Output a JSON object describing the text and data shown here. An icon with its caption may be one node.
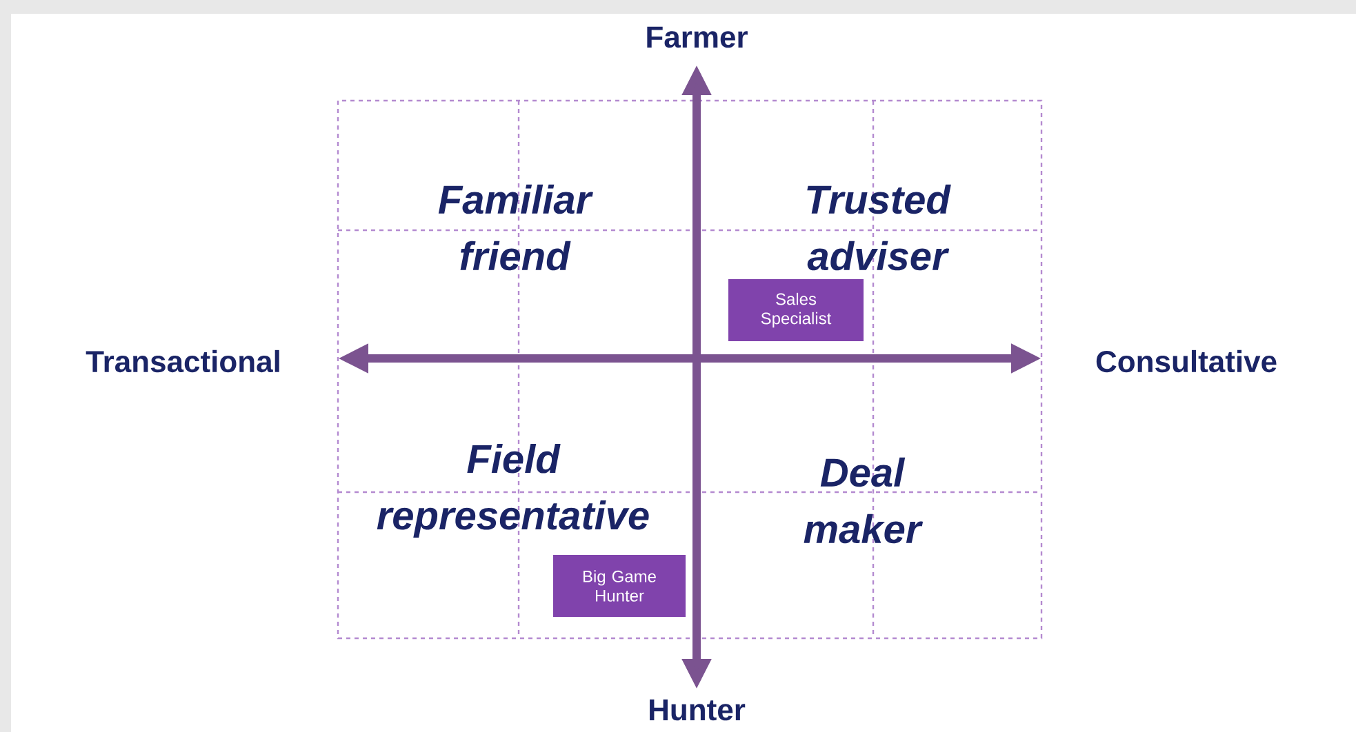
{
  "diagram": {
    "nodes": [
      {
        "text": [
          "Sales Specialist"
        ]
      },
      {
        "text": [
          "Big Game Hunter"
        ]
      }
    ],
    "labels": [
      "Farmer",
      "Familiar friend",
      "Trusted adviser",
      "Transactional",
      "Consultative",
      "Field representative",
      "Deal maker",
      "Hunter"
    ]
  }
}
